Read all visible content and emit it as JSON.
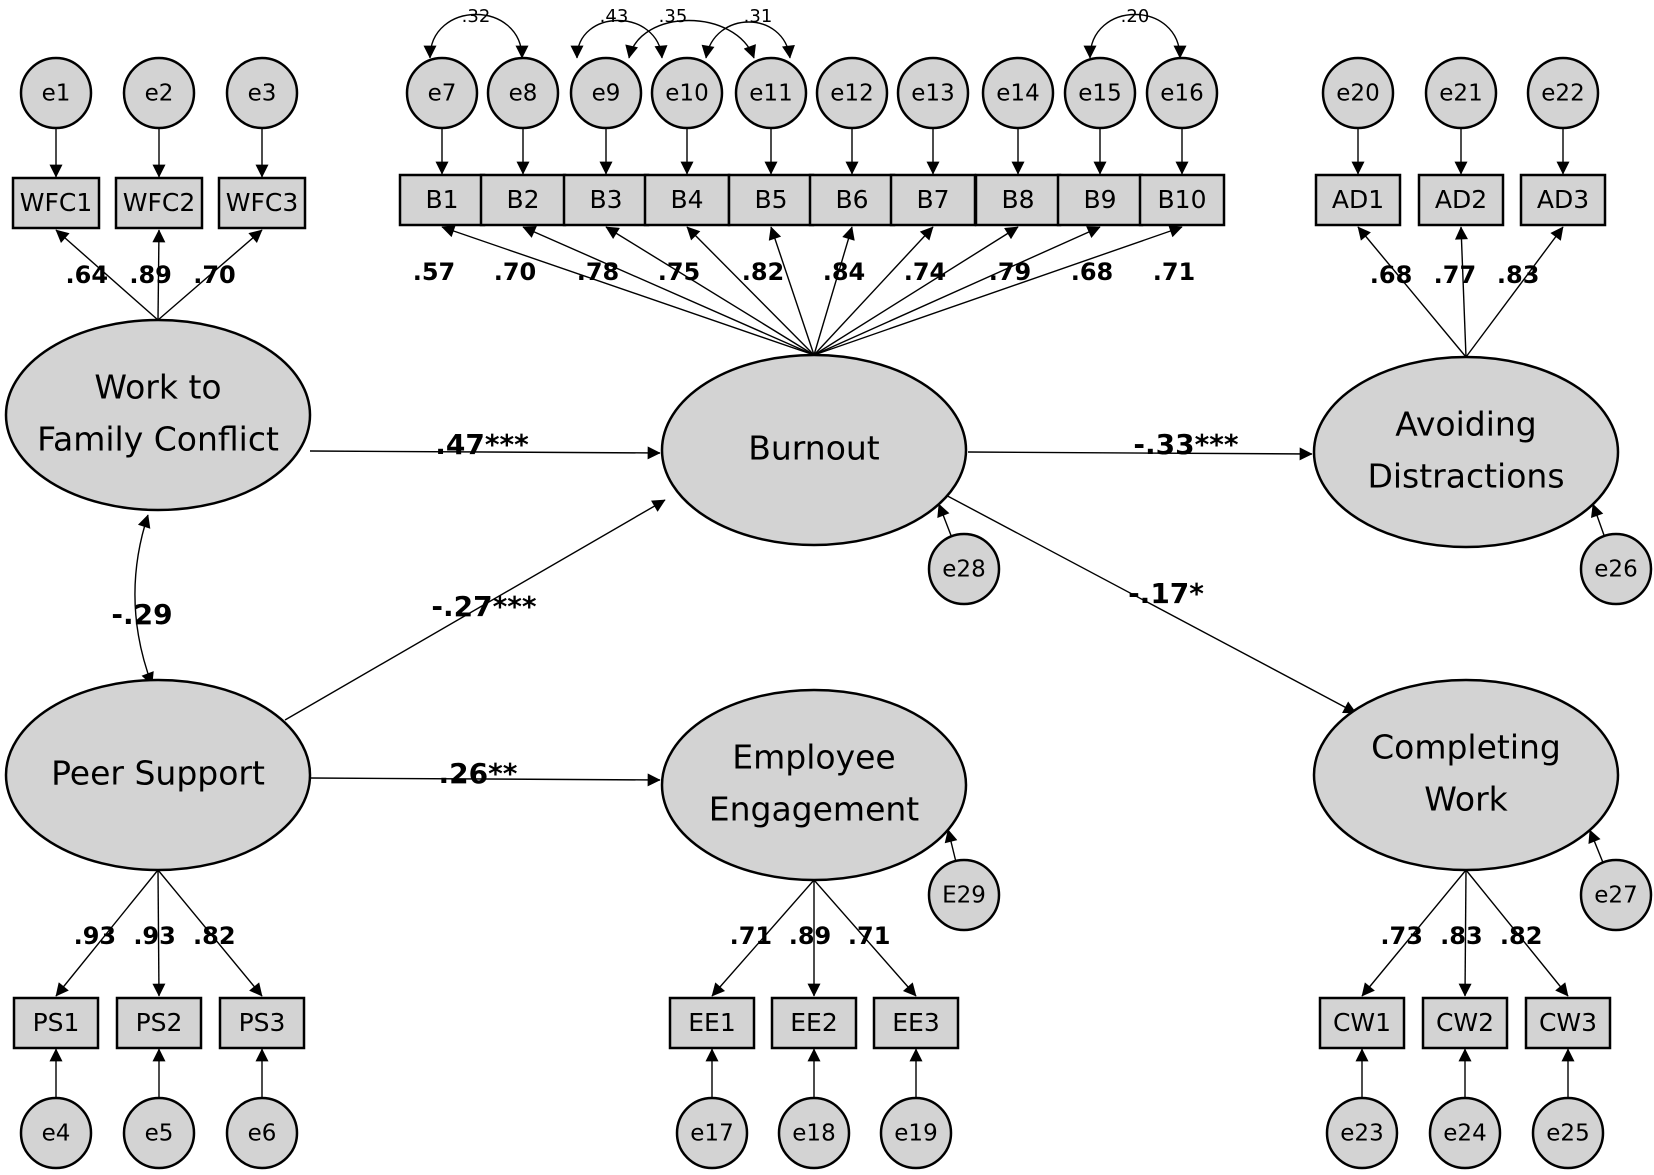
{
  "latents": [
    {
      "id": "WFC",
      "label_lines": [
        "Work to",
        "Family Conflict"
      ]
    },
    {
      "id": "PS",
      "label_lines": [
        "Peer Support"
      ]
    },
    {
      "id": "BURN",
      "label_lines": [
        "Burnout"
      ]
    },
    {
      "id": "EE",
      "label_lines": [
        "Employee",
        "Engagement"
      ]
    },
    {
      "id": "AD",
      "label_lines": [
        "Avoiding",
        "Distractions"
      ]
    },
    {
      "id": "CW",
      "label_lines": [
        "Completing",
        "Work"
      ]
    }
  ],
  "indicators": [
    {
      "id": "WFC1",
      "label": "WFC1",
      "latent": "WFC",
      "loading": ".64",
      "error": "e1"
    },
    {
      "id": "WFC2",
      "label": "WFC2",
      "latent": "WFC",
      "loading": ".89",
      "error": "e2"
    },
    {
      "id": "WFC3",
      "label": "WFC3",
      "latent": "WFC",
      "loading": ".70",
      "error": "e3"
    },
    {
      "id": "B1",
      "label": "B1",
      "latent": "BURN",
      "loading": ".57",
      "error": "e7"
    },
    {
      "id": "B2",
      "label": "B2",
      "latent": "BURN",
      "loading": ".70",
      "error": "e8"
    },
    {
      "id": "B3",
      "label": "B3",
      "latent": "BURN",
      "loading": ".78",
      "error": "e9"
    },
    {
      "id": "B4",
      "label": "B4",
      "latent": "BURN",
      "loading": ".75",
      "error": "e10"
    },
    {
      "id": "B5",
      "label": "B5",
      "latent": "BURN",
      "loading": ".82",
      "error": "e11"
    },
    {
      "id": "B6",
      "label": "B6",
      "latent": "BURN",
      "loading": ".84",
      "error": "e12"
    },
    {
      "id": "B7",
      "label": "B7",
      "latent": "BURN",
      "loading": ".74",
      "error": "e13"
    },
    {
      "id": "B8",
      "label": "B8",
      "latent": "BURN",
      "loading": ".79",
      "error": "e14"
    },
    {
      "id": "B9",
      "label": "B9",
      "latent": "BURN",
      "loading": ".68",
      "error": "e15"
    },
    {
      "id": "B10",
      "label": "B10",
      "latent": "BURN",
      "loading": ".71",
      "error": "e16"
    },
    {
      "id": "AD1",
      "label": "AD1",
      "latent": "AD",
      "loading": ".68",
      "error": "e20"
    },
    {
      "id": "AD2",
      "label": "AD2",
      "latent": "AD",
      "loading": ".77",
      "error": "e21"
    },
    {
      "id": "AD3",
      "label": "AD3",
      "latent": "AD",
      "loading": ".83",
      "error": "e22"
    },
    {
      "id": "PS1",
      "label": "PS1",
      "latent": "PS",
      "loading": ".93",
      "error": "e4"
    },
    {
      "id": "PS2",
      "label": "PS2",
      "latent": "PS",
      "loading": ".93",
      "error": "e5"
    },
    {
      "id": "PS3",
      "label": "PS3",
      "latent": "PS",
      "loading": ".82",
      "error": "e6"
    },
    {
      "id": "EE1",
      "label": "EE1",
      "latent": "EE",
      "loading": ".71",
      "error": "e17"
    },
    {
      "id": "EE2",
      "label": "EE2",
      "latent": "EE",
      "loading": ".89",
      "error": "e18"
    },
    {
      "id": "EE3",
      "label": "EE3",
      "latent": "EE",
      "loading": ".71",
      "error": "e19"
    },
    {
      "id": "CW1",
      "label": "CW1",
      "latent": "CW",
      "loading": ".73",
      "error": "e23"
    },
    {
      "id": "CW2",
      "label": "CW2",
      "latent": "CW",
      "loading": ".83",
      "error": "e24"
    },
    {
      "id": "CW3",
      "label": "CW3",
      "latent": "CW",
      "loading": ".82",
      "error": "e25"
    }
  ],
  "structural_errors": [
    {
      "latent": "BURN",
      "label": "e28"
    },
    {
      "latent": "EE",
      "label": "E29"
    },
    {
      "latent": "AD",
      "label": "e26"
    },
    {
      "latent": "CW",
      "label": "e27"
    }
  ],
  "paths": [
    {
      "from": "WFC",
      "to": "BURN",
      "label": ".47***"
    },
    {
      "from": "PS",
      "to": "BURN",
      "label": "-.27***"
    },
    {
      "from": "PS",
      "to": "EE",
      "label": ".26**"
    },
    {
      "from": "BURN",
      "to": "AD",
      "label": "-.33***"
    },
    {
      "from": "BURN",
      "to": "CW",
      "label": "-.17*"
    }
  ],
  "latent_covariance": {
    "a": "WFC",
    "b": "PS",
    "label": "-.29"
  },
  "error_covariances": [
    {
      "a": "e7",
      "b": "e8",
      "label": ".32"
    },
    {
      "a": "e9",
      "b": "e10",
      "label": ".43"
    },
    {
      "a": "e9",
      "b": "e11",
      "label": ".35"
    },
    {
      "a": "e10",
      "b": "e11",
      "label": ".31"
    },
    {
      "a": "e15",
      "b": "e16",
      "label": ".20"
    }
  ]
}
